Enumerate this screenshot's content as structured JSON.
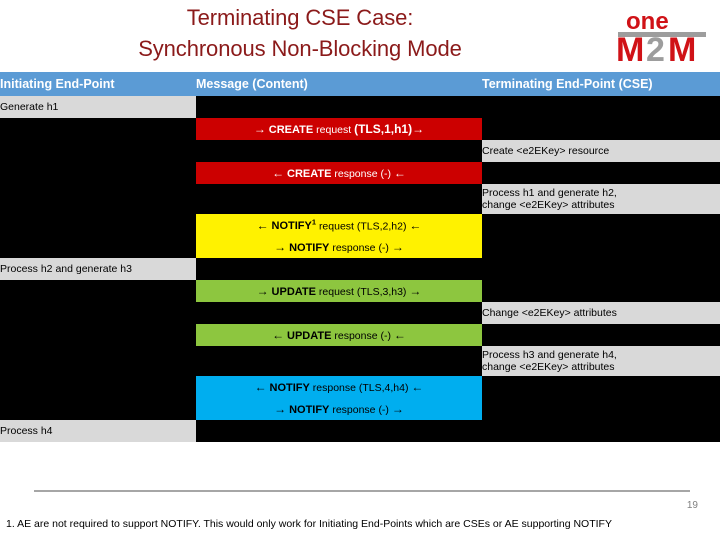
{
  "title": {
    "line1": "Terminating CSE Case:",
    "line2": "Synchronous Non-Blocking Mode",
    "color": "#8B1A1A"
  },
  "logo": {
    "name": "onem2m-logo",
    "top_text": "one",
    "bottom_text": "M2M",
    "red": "#D01217",
    "gray": "#9D9D9D"
  },
  "table": {
    "header": {
      "background": "#5B9BD5",
      "columns": [
        "Initiating End-Point",
        "Message (Content)",
        "Terminating End-Point (CSE)"
      ]
    },
    "colors": {
      "red": "#CC0000",
      "yellow": "#FFF200",
      "green": "#8DC63F",
      "blue": "#00AEEF",
      "note": "#D9D9D9",
      "empty": "#000000"
    },
    "rows": [
      {
        "left": "Generate h1",
        "msg": null,
        "style": null,
        "right": null
      },
      {
        "left": null,
        "msg": "→ CREATE request (TLS,1,h1)→",
        "style": "red",
        "right": null
      },
      {
        "left": null,
        "msg": null,
        "style": null,
        "right": "Create <e2EKey> resource"
      },
      {
        "left": null,
        "msg": "← CREATE response (-) ←",
        "style": "red",
        "right": null
      },
      {
        "left": null,
        "msg": null,
        "style": null,
        "right": "Process h1 and generate h2,\nchange <e2EKey> attributes"
      },
      {
        "left": null,
        "msg": "← NOTIFY¹ request (TLS,2,h2) ←",
        "style": "yellow",
        "right": null
      },
      {
        "left": null,
        "msg": "→ NOTIFY response (-) →",
        "style": "yellow",
        "right": null
      },
      {
        "left": "Process h2 and generate h3",
        "msg": null,
        "style": null,
        "right": null
      },
      {
        "left": null,
        "msg": "→ UPDATE request (TLS,3,h3) →",
        "style": "green",
        "right": null
      },
      {
        "left": null,
        "msg": null,
        "style": null,
        "right": "Change <e2EKey> attributes"
      },
      {
        "left": null,
        "msg": "← UPDATE response (-) ←",
        "style": "green",
        "right": null
      },
      {
        "left": null,
        "msg": null,
        "style": null,
        "right": "Process h3 and generate h4,\nchange <e2EKey> attributes"
      },
      {
        "left": null,
        "msg": "← NOTIFY response (TLS,4,h4) ←",
        "style": "blue",
        "right": null
      },
      {
        "left": null,
        "msg": "→ NOTIFY response (-) →",
        "style": "blue",
        "right": null
      },
      {
        "left": "Process h4",
        "msg": null,
        "style": null,
        "right": null
      }
    ]
  },
  "footer": {
    "page_number": "19",
    "footnote": "1. AE are not required to support NOTIFY. This would only work for Initiating End-Points which are CSEs or  AE supporting NOTIFY"
  }
}
